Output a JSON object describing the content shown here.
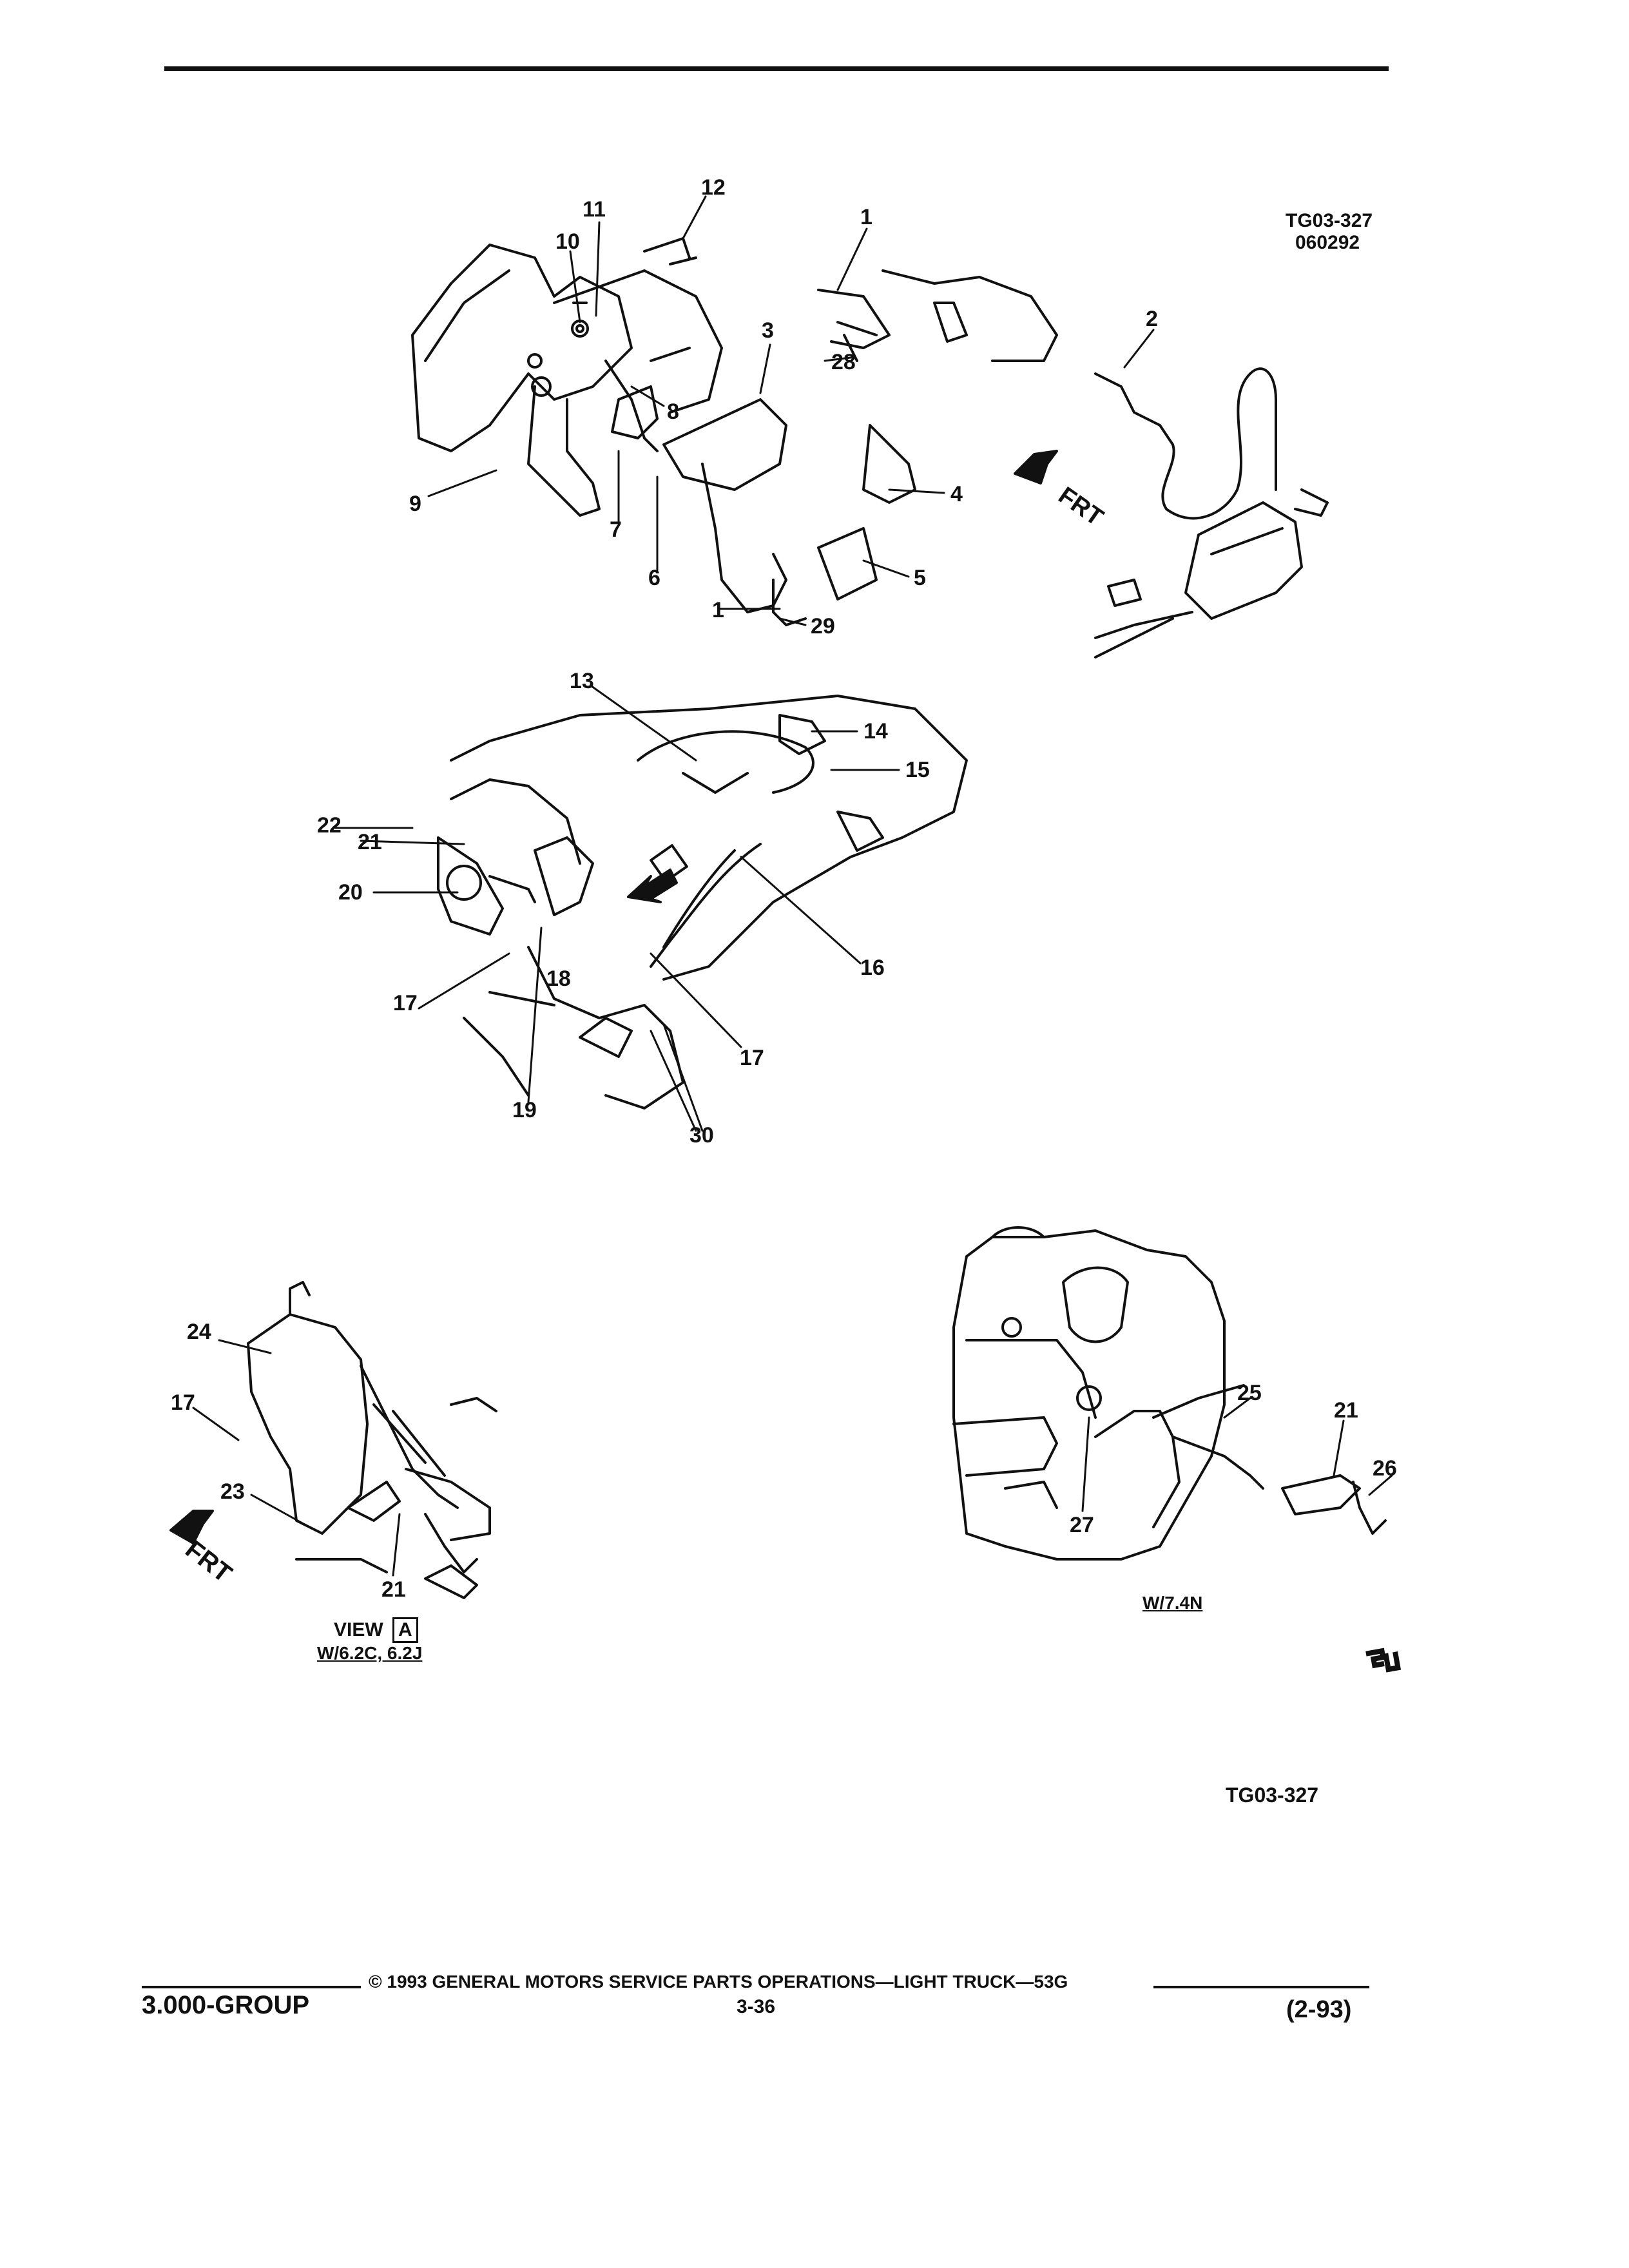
{
  "figure": {
    "code_top": "TG03-327",
    "date_code": "060292",
    "code_bottom": "TG03-327",
    "frt_label": "FRT",
    "view_word": "VIEW",
    "view_letter": "A",
    "variant_view_a": "W/6.2C, 6.2J",
    "variant_right": "W/7.4N",
    "logo_glyph": "GM",
    "callouts": [
      "1",
      "2",
      "3",
      "4",
      "5",
      "6",
      "7",
      "8",
      "9",
      "10",
      "11",
      "12",
      "13",
      "14",
      "15",
      "16",
      "17",
      "18",
      "19",
      "20",
      "21",
      "22",
      "23",
      "24",
      "25",
      "26",
      "27",
      "28",
      "29",
      "30"
    ]
  },
  "footer": {
    "group": "3.000-GROUP",
    "copyright": "© 1993 GENERAL MOTORS SERVICE PARTS OPERATIONS—LIGHT TRUCK—53G",
    "page": "3-36",
    "date": "(2-93)"
  }
}
